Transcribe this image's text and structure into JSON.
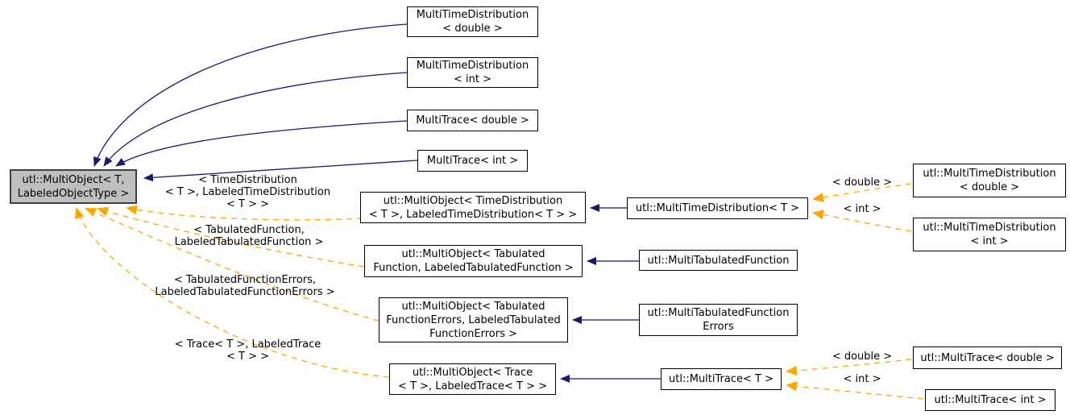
{
  "diagram": {
    "kind": "doxygen-template-inheritance-graph",
    "colors": {
      "inheritance_arrow": "#191970",
      "template_instantiation_arrow": "#ffa500",
      "node_fill": "#ffffff",
      "node_border": "#000000",
      "base_node_fill": "#bfbfbf",
      "base_node_border": "#404040",
      "text": "#000000"
    },
    "nodes": [
      {
        "id": "multitimedistribution-double",
        "label": "MultiTimeDistribution\n< double >"
      },
      {
        "id": "multitimedistribution-int",
        "label": "MultiTimeDistribution\n< int >"
      },
      {
        "id": "multitrace-double",
        "label": "MultiTrace< double >"
      },
      {
        "id": "multitrace-int",
        "label": "MultiTrace< int >"
      },
      {
        "id": "utl-multiobject-base",
        "label": "utl::MultiObject< T,\nLabeledObjectType >"
      },
      {
        "id": "utl-multiobject-timedistribution",
        "label": "utl::MultiObject< TimeDistribution\n< T >, LabeledTimeDistribution< T > >"
      },
      {
        "id": "utl-multiobject-tabulatedfunction",
        "label": "utl::MultiObject< Tabulated\nFunction, LabeledTabulatedFunction >"
      },
      {
        "id": "utl-multiobject-tabulatedfunctionerrors",
        "label": "utl::MultiObject< Tabulated\nFunctionErrors, LabeledTabulated\nFunctionErrors >"
      },
      {
        "id": "utl-multiobject-trace",
        "label": "utl::MultiObject< Trace\n< T >, LabeledTrace< T > >"
      },
      {
        "id": "utl-multitimedistribution-t",
        "label": "utl::MultiTimeDistribution< T >"
      },
      {
        "id": "utl-multitabulatedfunction",
        "label": "utl::MultiTabulatedFunction"
      },
      {
        "id": "utl-multitabulatedfunctionerrors",
        "label": "utl::MultiTabulatedFunction\nErrors"
      },
      {
        "id": "utl-multitrace-t",
        "label": "utl::MultiTrace< T >"
      },
      {
        "id": "utl-multitimedistribution-double",
        "label": "utl::MultiTimeDistribution\n< double >"
      },
      {
        "id": "utl-multitimedistribution-int",
        "label": "utl::MultiTimeDistribution\n< int >"
      },
      {
        "id": "utl-multitrace-double",
        "label": "utl::MultiTrace< double >"
      },
      {
        "id": "utl-multitrace-int",
        "label": "utl::MultiTrace< int >"
      }
    ],
    "edge_labels": [
      {
        "id": "tpl-timedistribution",
        "text": "< TimeDistribution\n< T >, LabeledTimeDistribution\n< T > >"
      },
      {
        "id": "tpl-tabulatedfunction",
        "text": "< TabulatedFunction,\nLabeledTabulatedFunction >"
      },
      {
        "id": "tpl-tabulatedfunctionerrors",
        "text": "< TabulatedFunctionErrors,\nLabeledTabulatedFunctionErrors >"
      },
      {
        "id": "tpl-trace",
        "text": "< Trace< T >, LabeledTrace\n< T > >"
      },
      {
        "id": "tpl-mtd-double",
        "text": "< double >"
      },
      {
        "id": "tpl-mtd-int",
        "text": "< int >"
      },
      {
        "id": "tpl-mt-double",
        "text": "< double >"
      },
      {
        "id": "tpl-mt-int",
        "text": "< int >"
      }
    ]
  }
}
